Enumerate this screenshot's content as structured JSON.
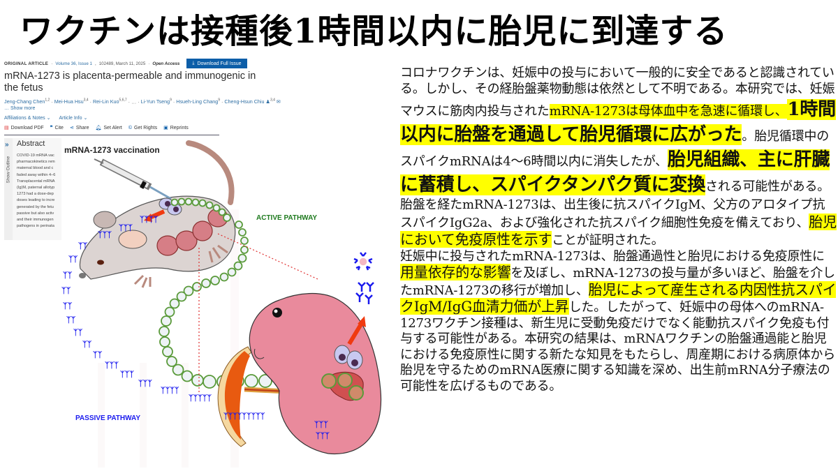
{
  "headline": "ワクチンは接種後1時間以内に胎児に到達する",
  "article": {
    "meta": {
      "type": "ORIGINAL ARTICLE",
      "volume": "Volume 36, Issue 1",
      "id_date": "102489, March 11, 2025",
      "access": "Open Access",
      "download_issue_label": "Download Full Issue"
    },
    "title": "mRNA-1273 is placenta-permeable and immunogenic in the fetus",
    "authors": [
      {
        "name": "Jeng-Chang Chen",
        "sup": "1,2"
      },
      {
        "name": "Mei-Hua Hsu",
        "sup": "3,4"
      },
      {
        "name": "Rei-Lin Kuo",
        "sup": "5,6,7"
      },
      {
        "name": "…",
        "sup": ""
      },
      {
        "name": "Li-Yun Tseng",
        "sup": "9"
      },
      {
        "name": "Hsueh-Ling Chang",
        "sup": "9"
      },
      {
        "name": "Cheng-Hsun Chiu",
        "sup": "3,4"
      }
    ],
    "show_more": "… Show more",
    "affiliations_label": "Affiliations & Notes",
    "article_info_label": "Article Info",
    "toolbar": [
      {
        "icon": "pdf-icon",
        "label": "Download PDF"
      },
      {
        "icon": "quote-icon",
        "label": "Cite"
      },
      {
        "icon": "share-icon",
        "label": "Share"
      },
      {
        "icon": "bell-icon",
        "label": "Set Alert"
      },
      {
        "icon": "copyright-icon",
        "label": "Get Rights"
      },
      {
        "icon": "reprints-icon",
        "label": "Reprints"
      }
    ],
    "show_outline": "Show Outline",
    "abstract_heading": "Abstract",
    "abstract_lines": [
      "COVID-19 mRNA vac",
      "pharmacokinetics rem",
      "maternal blood and c",
      "faded away within 4–6",
      "Transplacental mRNA",
      "(Ig)M, paternal allotyp",
      "1273 had a dose-dep",
      "doses leading to incre",
      "generated by the fetu",
      "passive but also activ",
      "and their immunogen",
      "pathogens in perinata"
    ]
  },
  "figure": {
    "vaccination_label": "mRNA-1273 vaccination",
    "active_label": "ACTIVE PATHWAY",
    "passive_label": "PASSIVE PATHWAY",
    "colors": {
      "antibody": "#1a1aee",
      "mrna_ring": "#5a9a3a",
      "arrow": "#f03a10",
      "fetus": "#e98a9c",
      "mouse": "#ddd6d4"
    }
  },
  "body": {
    "p1_a": "コロナワクチンは、妊娠中の投与において一般的に安全であると認識されている。しかし、その経胎盤薬物動態は依然として不明である。本研究では、妊娠マウスに筋肉内投与された",
    "p1_hl1": "mRNA-1273は母体血中を急速に循環し、",
    "p1_hl2": "1時間以内に胎盤を通過して胎児循環に広がった",
    "p1_b": "。胎児循環中のスパイクmRNAは4～6時間以内に消失したが、",
    "p1_hl3": "胎児組織、主に肝臓に蓄積し、スパイクタンパク質に変換",
    "p1_c": "される可能性がある。胎盤を経たmRNA-1273は、出生後に抗スパイクIgM、父方のアロタイプ抗スパイクIgG2a、および強化された抗スパイク細胞性免疫を備えており、",
    "p1_hl4": "胎児において免疫原性を示す",
    "p1_d": "ことが証明された。",
    "p2_a": "妊娠中に投与されたmRNA-1273は、胎盤通過性と胎児における免疫原性に",
    "p2_hl1": "用量依存的な影響",
    "p2_b": "を及ぼし、mRNA-1273の投与量が多いほど、胎盤を介したmRNA-1273の移行が増加し、",
    "p2_hl2": "胎児によって産生される内因性抗スパイクIgM/IgG血清力価が上昇",
    "p2_c": "した。したがって、妊娠中の母体へのmRNA-1273ワクチン接種は、新生児に受動免疫だけでなく能動抗スパイク免疫も付与する可能性がある。本研究の結果は、mRNAワクチンの胎盤通過能と胎児における免疫原性に関する新たな知見をもたらし、周産期における病原体から胎児を守るためのmRNA医療に関する知識を深め、出生前mRNA分子療法の可能性を広げるものである。"
  },
  "colors": {
    "highlight": "#ffff00",
    "link": "#2e6ea3",
    "button": "#0c5ea8"
  }
}
